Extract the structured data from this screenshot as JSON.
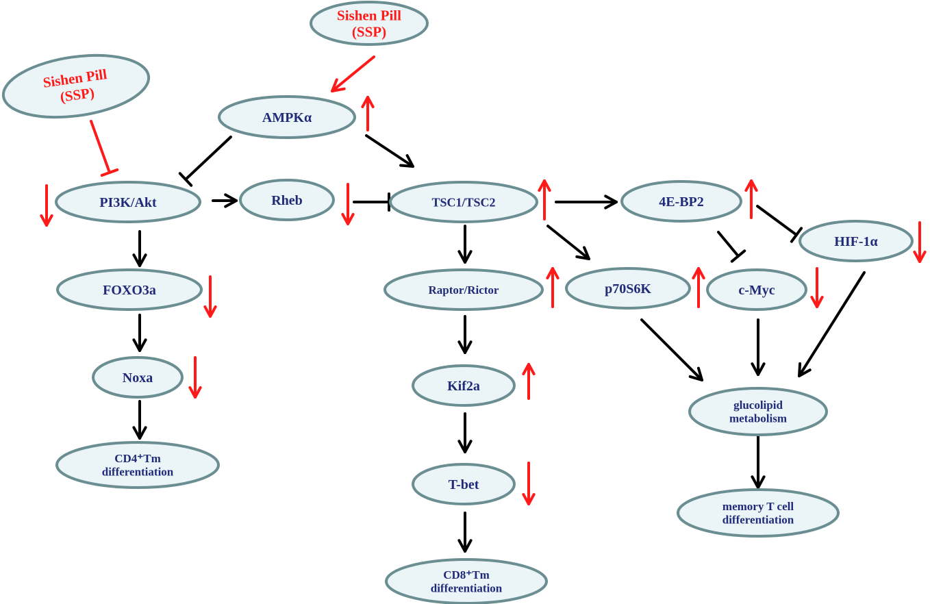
{
  "colors": {
    "node_fill": "#ebf4f6",
    "node_stroke": "#6b8e93",
    "node_text": "#1f2a78",
    "drug_text": "#ff1a1a",
    "indicator": "#ff1a1a",
    "edge": "#000000"
  },
  "nodes": [
    {
      "id": "ssp-top",
      "kind": "drug",
      "lines": [
        "Sishen Pill",
        "(SSP)"
      ]
    },
    {
      "id": "ssp-left",
      "kind": "drug",
      "lines": [
        "Sishen Pill",
        "(SSP)"
      ]
    },
    {
      "id": "ampk",
      "lines": [
        "AMPKα"
      ]
    },
    {
      "id": "pi3k",
      "lines": [
        "PI3K/Akt"
      ]
    },
    {
      "id": "rheb",
      "lines": [
        "Rheb"
      ]
    },
    {
      "id": "tsc",
      "lines": [
        "TSC1/TSC2"
      ]
    },
    {
      "id": "4ebp2",
      "lines": [
        "4E-BP2"
      ]
    },
    {
      "id": "hif",
      "lines": [
        "HIF-1α"
      ]
    },
    {
      "id": "foxo",
      "lines": [
        "FOXO3a"
      ]
    },
    {
      "id": "raptor",
      "lines": [
        "Raptor/Rictor"
      ]
    },
    {
      "id": "p70",
      "lines": [
        "p70S6K"
      ]
    },
    {
      "id": "cmyc",
      "lines": [
        "c-Myc"
      ]
    },
    {
      "id": "noxa",
      "lines": [
        "Noxa"
      ]
    },
    {
      "id": "kif",
      "lines": [
        "Kif2a"
      ]
    },
    {
      "id": "cd4",
      "lines": [
        "CD4⁺Tm",
        "differentiation"
      ]
    },
    {
      "id": "glu",
      "lines": [
        "glucolipid",
        "metabolism"
      ]
    },
    {
      "id": "tbet",
      "lines": [
        "T-bet"
      ]
    },
    {
      "id": "mem",
      "lines": [
        "memory T cell",
        "differentiation"
      ]
    },
    {
      "id": "cd8",
      "lines": [
        "CD8⁺Tm",
        "differentiation"
      ]
    }
  ],
  "edges": [
    {
      "from": "ssp-top",
      "to": "ampk",
      "type": "activate",
      "color": "red"
    },
    {
      "from": "ssp-left",
      "to": "pi3k",
      "type": "inhibit",
      "color": "red"
    },
    {
      "from": "ampk",
      "to": "pi3k",
      "type": "inhibit"
    },
    {
      "from": "ampk",
      "to": "tsc",
      "type": "activate"
    },
    {
      "from": "pi3k",
      "to": "rheb",
      "type": "activate"
    },
    {
      "from": "rheb",
      "to": "tsc",
      "type": "inhibit"
    },
    {
      "from": "pi3k",
      "to": "foxo",
      "type": "activate"
    },
    {
      "from": "foxo",
      "to": "noxa",
      "type": "activate"
    },
    {
      "from": "noxa",
      "to": "cd4",
      "type": "activate"
    },
    {
      "from": "tsc",
      "to": "4ebp2",
      "type": "activate"
    },
    {
      "from": "tsc",
      "to": "raptor",
      "type": "activate"
    },
    {
      "from": "tsc",
      "to": "p70",
      "type": "activate"
    },
    {
      "from": "4ebp2",
      "to": "hif",
      "type": "inhibit"
    },
    {
      "from": "4ebp2",
      "to": "cmyc",
      "type": "inhibit"
    },
    {
      "from": "raptor",
      "to": "kif",
      "type": "activate"
    },
    {
      "from": "kif",
      "to": "tbet",
      "type": "activate"
    },
    {
      "from": "tbet",
      "to": "cd8",
      "type": "activate"
    },
    {
      "from": "p70",
      "to": "glu",
      "type": "activate"
    },
    {
      "from": "cmyc",
      "to": "glu",
      "type": "activate"
    },
    {
      "from": "hif",
      "to": "glu",
      "type": "activate"
    },
    {
      "from": "glu",
      "to": "mem",
      "type": "activate"
    }
  ],
  "indicators": [
    {
      "node": "ampk",
      "direction": "up"
    },
    {
      "node": "pi3k",
      "direction": "down"
    },
    {
      "node": "rheb",
      "direction": "down"
    },
    {
      "node": "tsc",
      "direction": "up"
    },
    {
      "node": "4ebp2",
      "direction": "up"
    },
    {
      "node": "hif",
      "direction": "down"
    },
    {
      "node": "foxo",
      "direction": "down"
    },
    {
      "node": "raptor",
      "direction": "up"
    },
    {
      "node": "p70",
      "direction": "up"
    },
    {
      "node": "cmyc",
      "direction": "down"
    },
    {
      "node": "noxa",
      "direction": "down"
    },
    {
      "node": "kif",
      "direction": "up"
    },
    {
      "node": "tbet",
      "direction": "down"
    }
  ]
}
